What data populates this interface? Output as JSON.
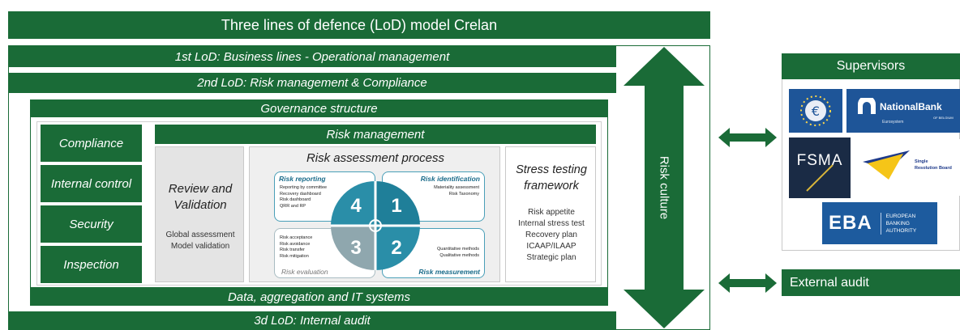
{
  "title": "Three lines of defence (LoD) model Crelan",
  "lod1": "1st LoD: Business lines - Operational management",
  "lod2": "2nd LoD: Risk management & Compliance",
  "lod3": "3d LoD: Internal audit",
  "governance": "Governance structure",
  "data_systems": "Data, aggregation and IT systems",
  "risk_culture": "Risk culture",
  "left_items": [
    "Compliance",
    "Internal control",
    "Security",
    "Inspection"
  ],
  "risk_management": {
    "header": "Risk management",
    "review": {
      "title": "Review and Validation",
      "items": [
        "Global assessment",
        "Model validation"
      ]
    },
    "process": {
      "title": "Risk assessment process",
      "reporting": {
        "title": "Risk reporting",
        "items": [
          "Reporting by committee",
          "Recovery dashboard",
          "Risk dashboard",
          "QRR and RP"
        ]
      },
      "identification": {
        "title": "Risk identification",
        "items": [
          "Materiality assessment",
          "Risk Taxonomy"
        ]
      },
      "evaluation": {
        "title": "Risk evaluation",
        "items": [
          "Risk acceptance",
          "Risk avoidance",
          "Risk transfer",
          "Risk mitigation"
        ]
      },
      "measurement": {
        "title": "Risk measurement",
        "items": [
          "Quantitative methods",
          "Qualitative methods"
        ]
      },
      "numbers": [
        "4",
        "1",
        "3",
        "2"
      ]
    },
    "stress": {
      "title": "Stress testing framework",
      "items": [
        "Risk appetite",
        "Internal stress test",
        "Recovery plan",
        "ICAAP/ILAAP",
        "Strategic plan"
      ]
    }
  },
  "supervisors": {
    "title": "Supervisors",
    "nbb": {
      "name": "NationalBank",
      "sub": "OF BELGIUM",
      "sub2": "Eurosystem"
    },
    "fsma": "FSMA",
    "srb": {
      "line1": "Single",
      "line2": "Resolution Board"
    },
    "eba": {
      "abbr": "EBA",
      "line1": "EUROPEAN",
      "line2": "BANKING",
      "line3": "AUTHORITY"
    }
  },
  "external_audit": "External audit",
  "colors": {
    "green": "#1a6b37",
    "teal": "#2a8ea8",
    "gray": "#8fa7ae",
    "blue_logo": "#1e5598"
  }
}
